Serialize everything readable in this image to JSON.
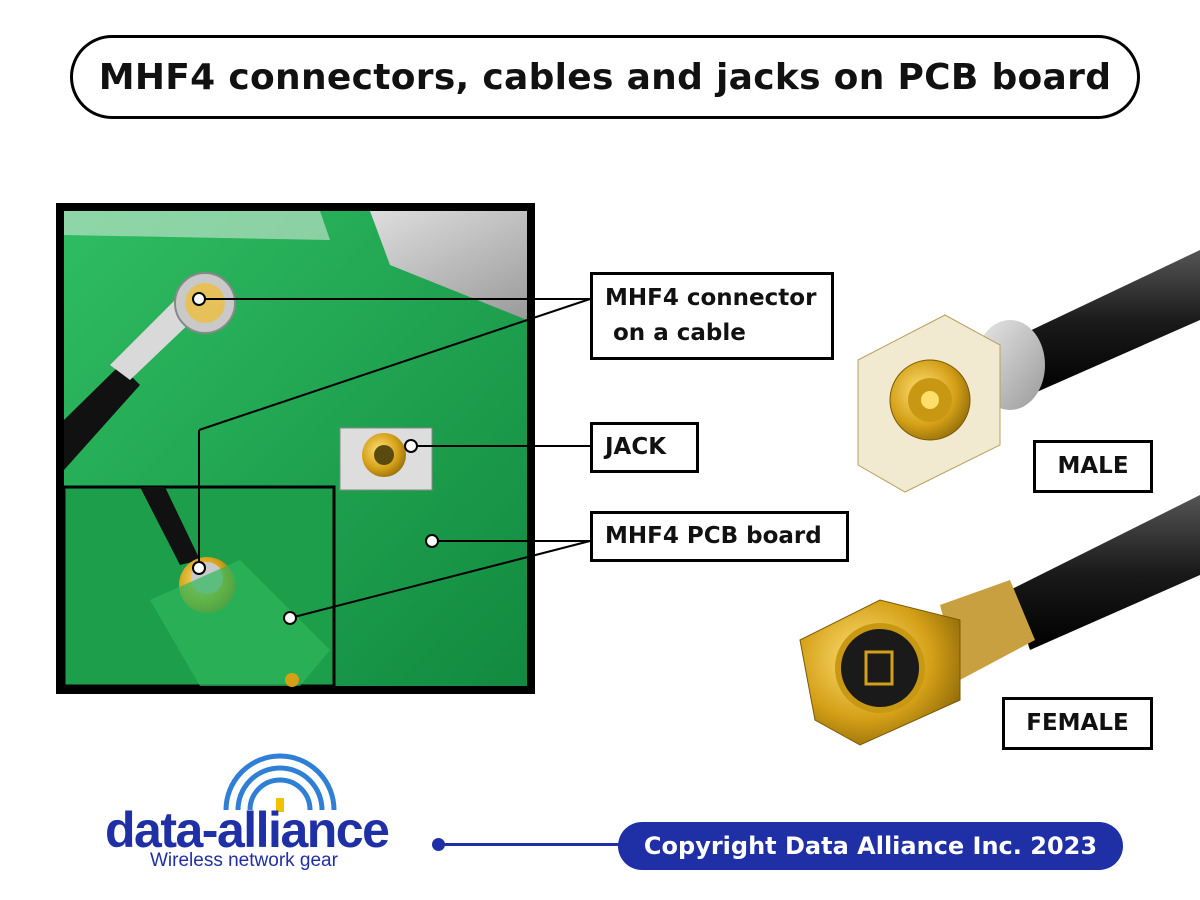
{
  "title": "MHF4 connectors, cables and jacks on PCB board",
  "labels": {
    "connector_on_cable": "MHF4 connector\n on a cable",
    "jack": "JACK",
    "pcb_board": "MHF4 PCB board",
    "male": "MALE",
    "female": "FEMALE"
  },
  "logo": {
    "name": "data-alliance",
    "tagline": "Wireless network gear"
  },
  "copyright": "Copyright Data Alliance Inc. 2023",
  "colors": {
    "brand_blue": "#1f2fa6",
    "pcb_green": "#17a34a",
    "gold": "#d4a017"
  }
}
